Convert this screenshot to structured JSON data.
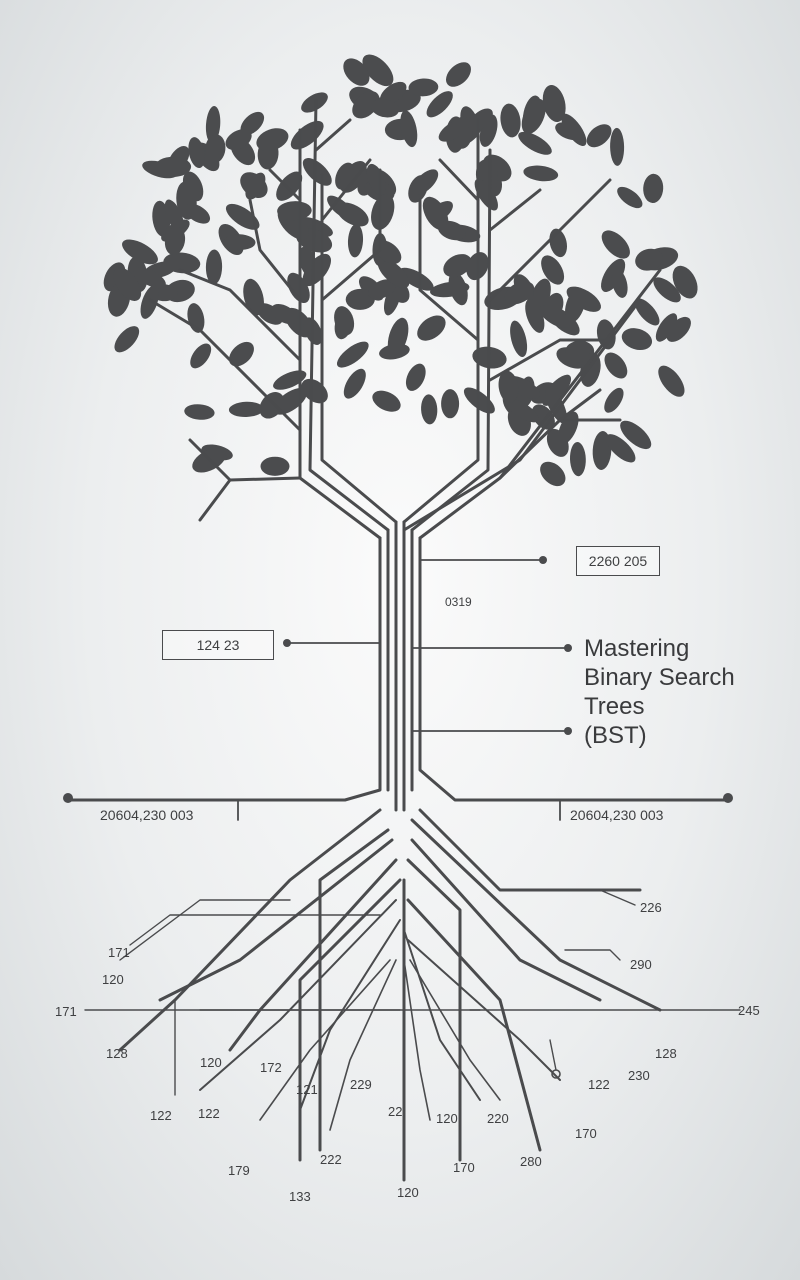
{
  "title_lines": [
    "Mastering",
    "Binary Search",
    "Trees",
    "(BST)"
  ],
  "boxes": {
    "top_right": "2260 205",
    "left": "124 23"
  },
  "labels": {
    "trunk_small": "0319",
    "axis_left": "20604,230 003",
    "axis_right": "20604,230 003",
    "roots": [
      {
        "id": "r-226",
        "text": "226"
      },
      {
        "id": "r-171a",
        "text": "171"
      },
      {
        "id": "r-120a",
        "text": "120"
      },
      {
        "id": "r-290",
        "text": "290"
      },
      {
        "id": "r-171b",
        "text": "171"
      },
      {
        "id": "r-245",
        "text": "245"
      },
      {
        "id": "r-128a",
        "text": "128"
      },
      {
        "id": "r-128b",
        "text": "128"
      },
      {
        "id": "r-120b",
        "text": "120"
      },
      {
        "id": "r-172",
        "text": "172"
      },
      {
        "id": "r-121",
        "text": "121"
      },
      {
        "id": "r-229",
        "text": "229"
      },
      {
        "id": "r-122a",
        "text": "122"
      },
      {
        "id": "r-230",
        "text": "230"
      },
      {
        "id": "r-122b",
        "text": "122"
      },
      {
        "id": "r-122c",
        "text": "122"
      },
      {
        "id": "r-22",
        "text": "22"
      },
      {
        "id": "r-120c",
        "text": "120"
      },
      {
        "id": "r-220",
        "text": "220"
      },
      {
        "id": "r-170a",
        "text": "170"
      },
      {
        "id": "r-179",
        "text": "179"
      },
      {
        "id": "r-222",
        "text": "222"
      },
      {
        "id": "r-170b",
        "text": "170"
      },
      {
        "id": "r-280",
        "text": "280"
      },
      {
        "id": "r-133",
        "text": "133"
      },
      {
        "id": "r-120d",
        "text": "120"
      }
    ]
  },
  "colors": {
    "ink": "#4a4b4d",
    "leaf": "#4b4c4e"
  }
}
